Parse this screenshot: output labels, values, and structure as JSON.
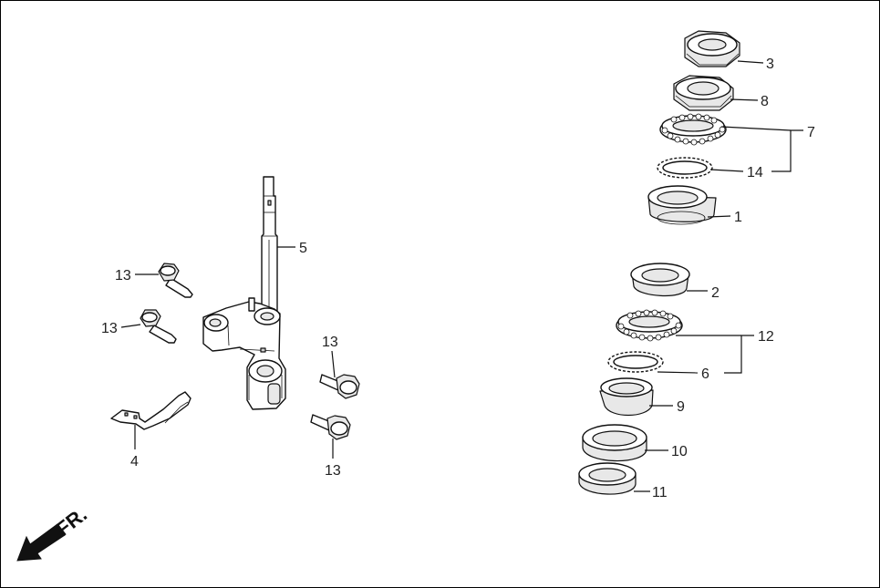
{
  "direction_label": "FR.",
  "callouts": {
    "c1": "1",
    "c2": "2",
    "c3": "3",
    "c4": "4",
    "c5": "5",
    "c6": "6",
    "c7": "7",
    "c8": "8",
    "c9": "9",
    "c10": "10",
    "c11": "11",
    "c12": "12",
    "c13a": "13",
    "c13b": "13",
    "c13c": "13",
    "c13d": "13",
    "c14": "14"
  },
  "icons": {
    "front_arrow": "arrow-down-left-icon"
  }
}
